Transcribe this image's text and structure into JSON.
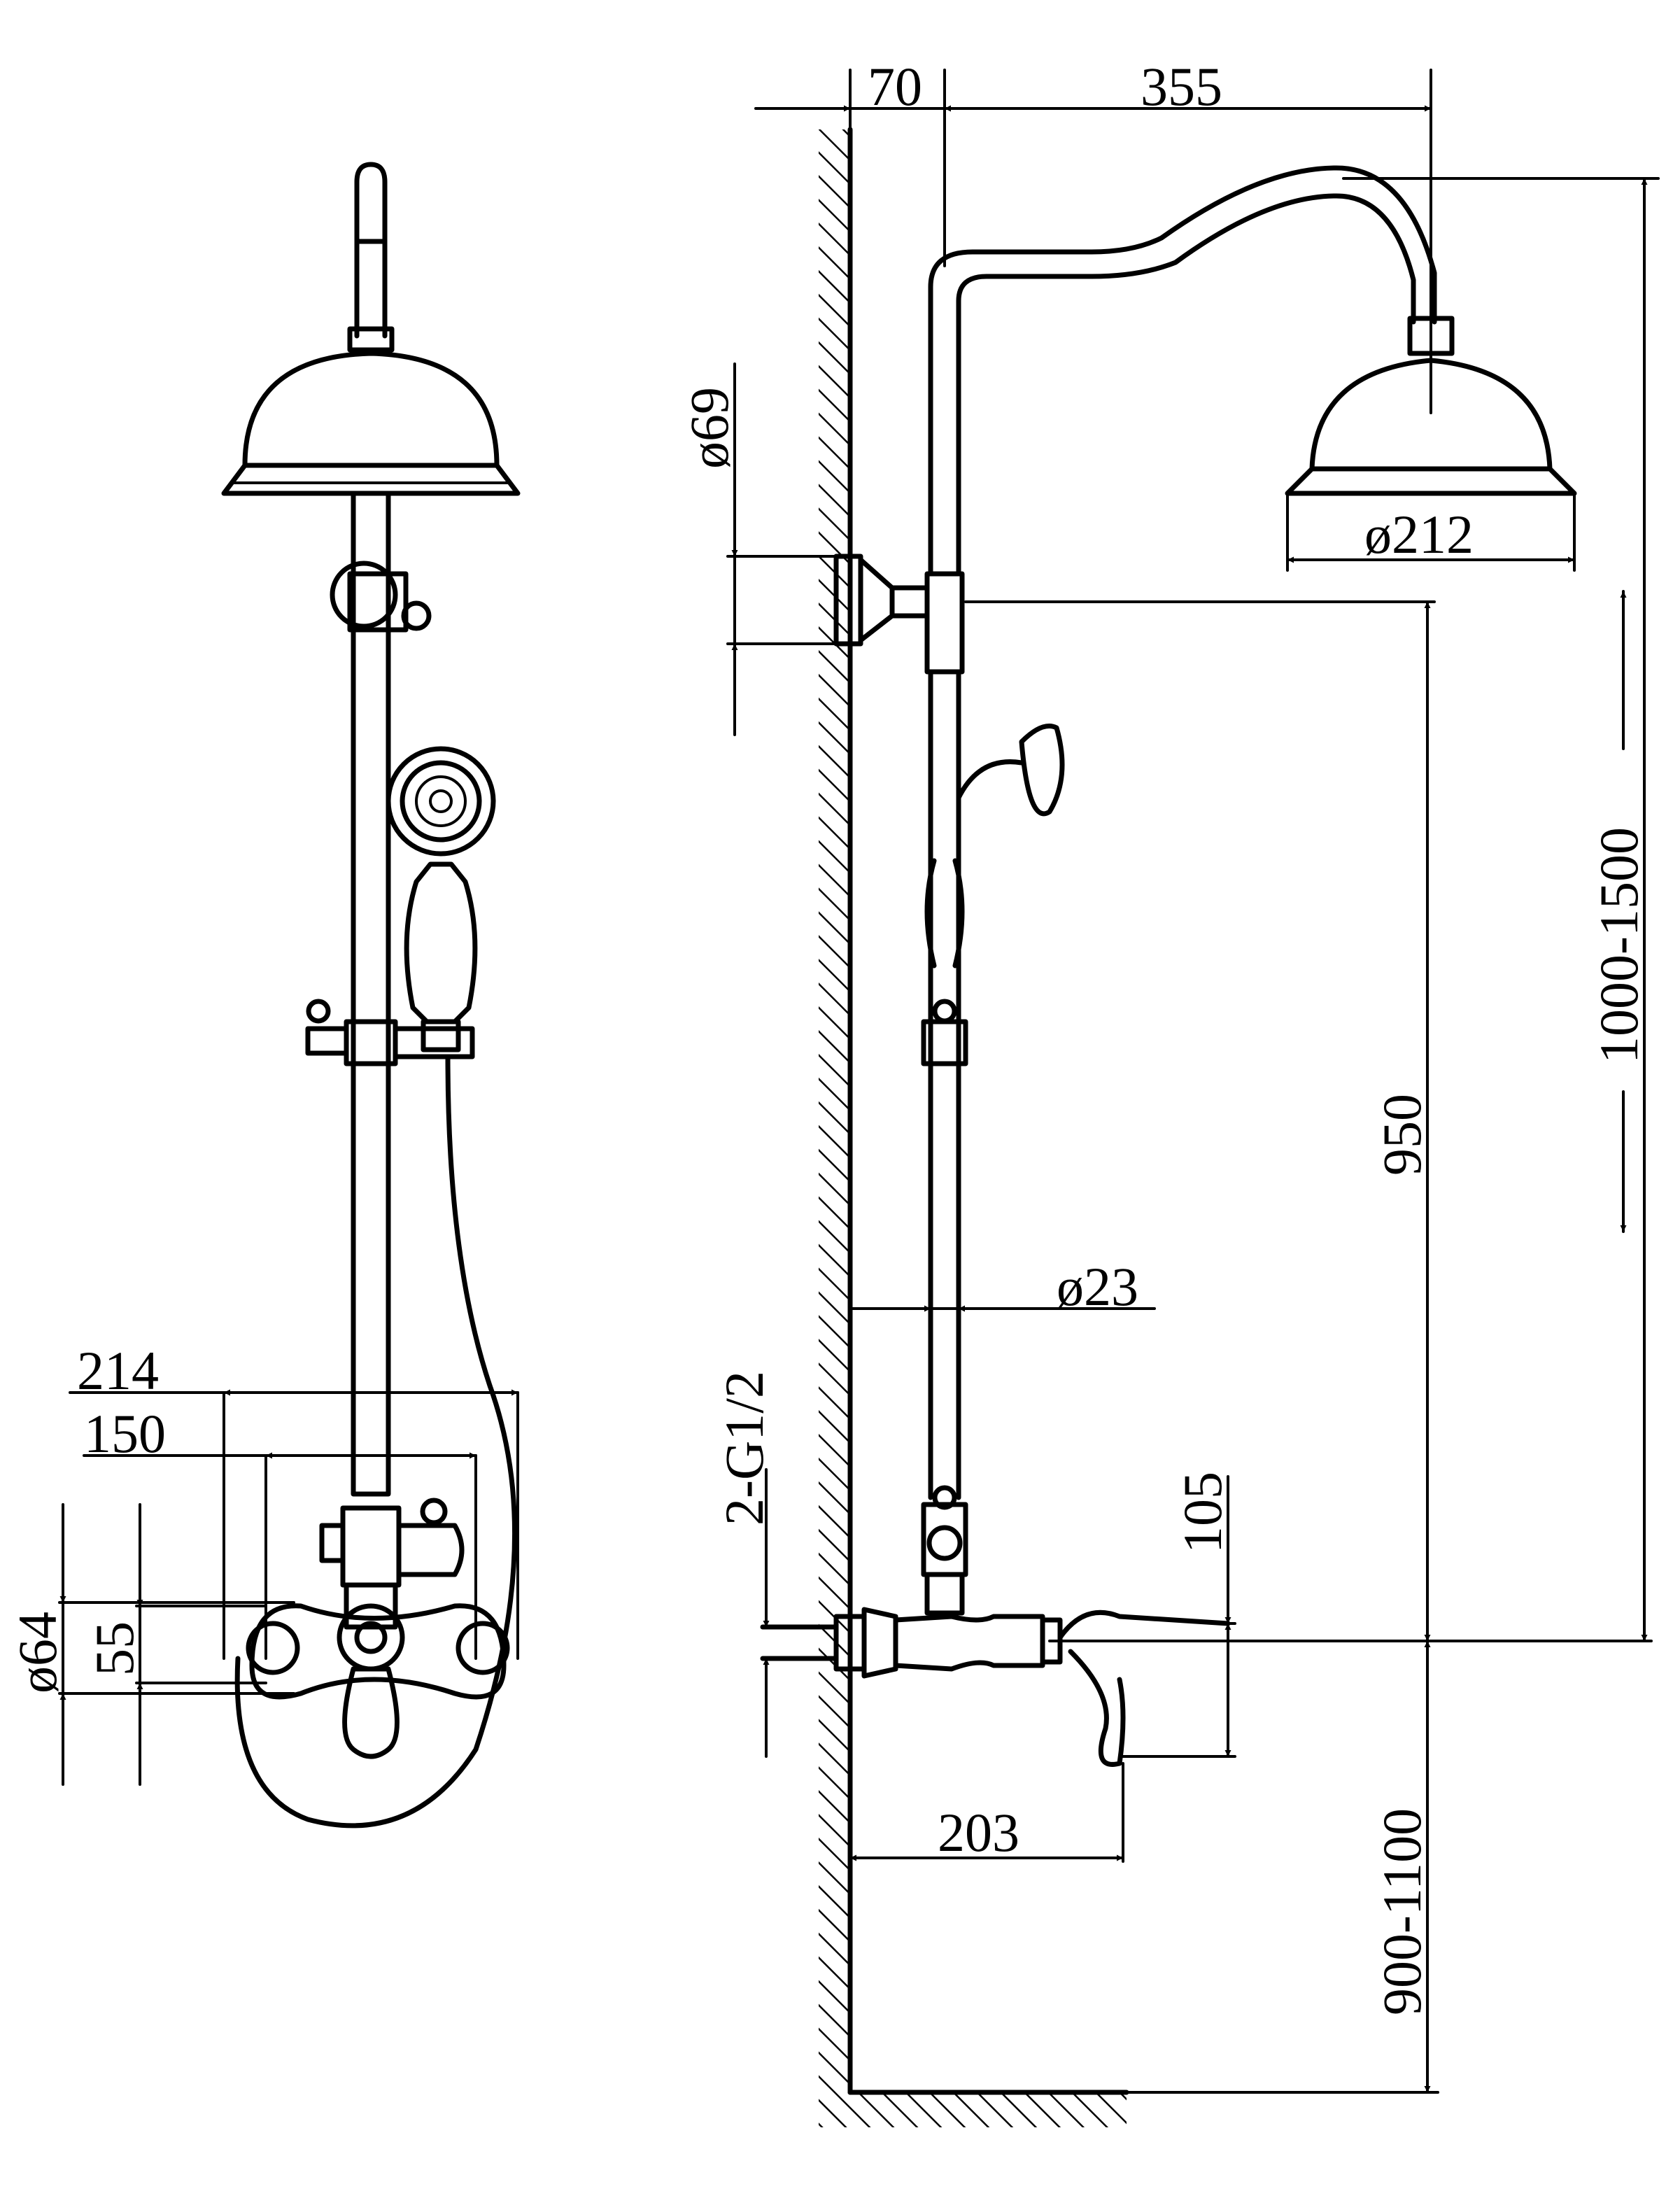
{
  "front_view": {
    "dim_head_width": "214",
    "dim_mount_width": "150",
    "dim_flange_dia": "ø64",
    "dim_flange_height": "55"
  },
  "side_view": {
    "dim_wall_offset": "70",
    "dim_arm_reach": "355",
    "dim_bracket_dia": "ø69",
    "dim_head_dia": "ø212",
    "dim_pipe_dia": "ø23",
    "dim_inlet": "2-G1/2",
    "dim_spout_drop": "105",
    "dim_spout_reach": "203",
    "dim_riser_height": "950",
    "dim_total_height": "1000-1500",
    "dim_floor_height": "900-1100"
  },
  "colors": {
    "line": "#000000",
    "background": "#ffffff"
  }
}
